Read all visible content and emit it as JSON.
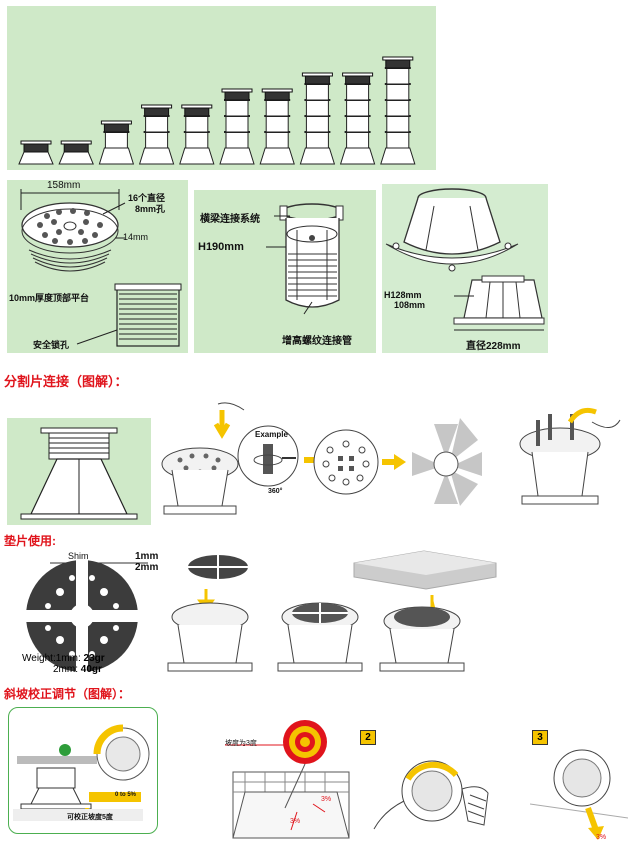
{
  "sections": {
    "split_connect": "分割片连接（图解）：",
    "shim_use": "垫片使用:",
    "slope_adjust": "斜坡校正调节（图解）："
  },
  "top_diagram": {
    "dim_158": "158mm",
    "holes_label_1": "16个直径",
    "holes_label_2": "8mm孔",
    "dim_14": "14mm",
    "plate_label": "10mm厚度顶部平台",
    "lock_label": "安全锁孔"
  },
  "connector_diagram": {
    "beam_label": "横梁连接系统",
    "h190": "H190mm",
    "thread_label": "增高螺纹连接管"
  },
  "base_diagram": {
    "h128": "H128mm",
    "h108": "108mm",
    "diameter": "直径228mm"
  },
  "example_diagram": {
    "example": "Example",
    "deg360": "360°"
  },
  "shim_diagram": {
    "shim": "Shim",
    "mm1": "1mm",
    "mm2": "2mm",
    "weight_1_label": "Weight:1mm:",
    "weight_1_value": "23gr",
    "weight_2_label": "2mm:",
    "weight_2_value": "40gr"
  },
  "slope_diagram": {
    "range": "0 to 5%",
    "caption": "可校正坡度5度",
    "slope_label": "坡度为3度",
    "pct_a": "3%",
    "pct_b": "3%",
    "step2": "2",
    "step3": "3",
    "pct_c": "3%"
  },
  "colors": {
    "accent_red": "#e0141c",
    "panel_green": "#cfe9c8",
    "arrow_yellow": "#f5c400"
  }
}
